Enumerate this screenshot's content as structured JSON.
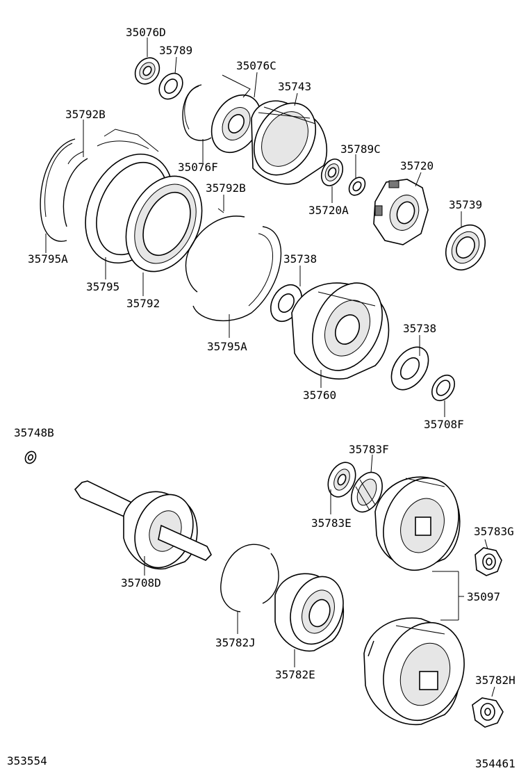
{
  "parts": [
    {
      "id": "p-35076D",
      "label": "35076D"
    },
    {
      "id": "p-35789",
      "label": "35789"
    },
    {
      "id": "p-35076C",
      "label": "35076C"
    },
    {
      "id": "p-35743",
      "label": "35743"
    },
    {
      "id": "p-35792B-1",
      "label": "35792B"
    },
    {
      "id": "p-35076F",
      "label": "35076F"
    },
    {
      "id": "p-35789C",
      "label": "35789C"
    },
    {
      "id": "p-35720",
      "label": "35720"
    },
    {
      "id": "p-35792B-2",
      "label": "35792B"
    },
    {
      "id": "p-35720A",
      "label": "35720A"
    },
    {
      "id": "p-35739",
      "label": "35739"
    },
    {
      "id": "p-35795A-1",
      "label": "35795A"
    },
    {
      "id": "p-35738-1",
      "label": "35738"
    },
    {
      "id": "p-35795",
      "label": "35795"
    },
    {
      "id": "p-35792",
      "label": "35792"
    },
    {
      "id": "p-35738-2",
      "label": "35738"
    },
    {
      "id": "p-35795A-2",
      "label": "35795A"
    },
    {
      "id": "p-35760",
      "label": "35760"
    },
    {
      "id": "p-35708F",
      "label": "35708F"
    },
    {
      "id": "p-35748B",
      "label": "35748B"
    },
    {
      "id": "p-35783F",
      "label": "35783F"
    },
    {
      "id": "p-35783E",
      "label": "35783E"
    },
    {
      "id": "p-35783G",
      "label": "35783G"
    },
    {
      "id": "p-35708D",
      "label": "35708D"
    },
    {
      "id": "p-35097",
      "label": "35097"
    },
    {
      "id": "p-35782J",
      "label": "35782J"
    },
    {
      "id": "p-35782E",
      "label": "35782E"
    },
    {
      "id": "p-35782H",
      "label": "35782H"
    }
  ],
  "footer": {
    "left_code": "353554",
    "right_code": "354461"
  }
}
